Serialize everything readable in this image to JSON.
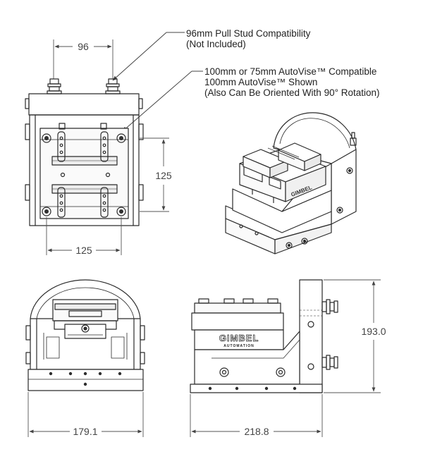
{
  "callouts": {
    "pull_stud": {
      "line1": "96mm Pull Stud Compatibility",
      "line2": "(Not Included)"
    },
    "autovise": {
      "line1": "100mm or 75mm AutoVise™ Compatible",
      "line2": "100mm AutoVise™ Shown",
      "line3": "(Also Can Be Oriented With 90° Rotation)"
    }
  },
  "dimensions": {
    "stud_spacing": "96",
    "pattern_height": "125",
    "pattern_width": "125",
    "overall_width": "179.1",
    "overall_length": "218.8",
    "overall_height": "193.0"
  },
  "logo": {
    "brand": "GIMBEL",
    "sub": "AUTOMATION"
  },
  "colors": {
    "line": "#2a2a2a",
    "dimension": "#555555",
    "fill": "#ffffff",
    "shade": "#e6e6e6"
  }
}
